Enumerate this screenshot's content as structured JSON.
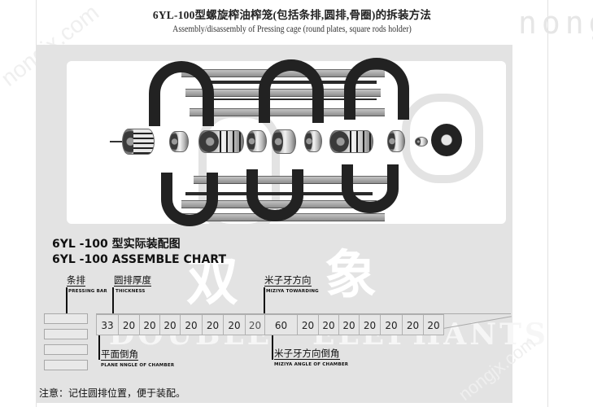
{
  "header": {
    "title_cn": "6YL-100型螺旋榨油榨笼(包括条排,圆排,骨圈)的拆装方法",
    "title_en": "Assembly/disassembly of Pressing cage (round plates, square rods holder)"
  },
  "watermarks": {
    "top_right": "nongjx.com",
    "diagonal": "nongjx.com"
  },
  "logo": {
    "char_left": "双",
    "char_right": "象",
    "word_left": "DOUBLE",
    "word_right": "ELEPHANTS"
  },
  "diagram": {
    "upper_cage": "pressing-cage-upper-half",
    "lower_cage": "pressing-cage-lower-half",
    "parts": [
      "feed-end-shaft",
      "ring-1",
      "worm-set-1",
      "ring-2",
      "cone",
      "ring-3",
      "worm-set-2",
      "ring-4",
      "small-bush",
      "outlet-disk"
    ]
  },
  "assemble_chart": {
    "heading_cn": "6YL -100 型实际装配图",
    "heading_en": "6YL -100 ASSEMBLE CHART",
    "labels": {
      "pressing_bar": {
        "cn": "条排",
        "en": "PRESSING BAR"
      },
      "thickness": {
        "cn": "圆排厚度",
        "en": "THICKNESS"
      },
      "miziya_towarding": {
        "cn": "米子牙方向",
        "en": "MIZIYA TOWARDING"
      },
      "plane_angle": {
        "cn": "平面倒角",
        "en": "PLANE NNGLE OF CHAMBER"
      },
      "miziya_angle": {
        "cn": "米子牙方向倒角",
        "en": "MIZIYA ANGLE OF CHAMBER"
      }
    },
    "pressing_bars": 4,
    "plates": [
      {
        "value": "33"
      },
      {
        "value": "20"
      },
      {
        "value": "20"
      },
      {
        "value": "20"
      },
      {
        "value": "20"
      },
      {
        "value": "20"
      },
      {
        "value": "20"
      },
      {
        "value": "20"
      },
      {
        "value": "60"
      },
      {
        "value": "20"
      },
      {
        "value": "20"
      },
      {
        "value": "20"
      },
      {
        "value": "20"
      },
      {
        "value": "20"
      },
      {
        "value": "20"
      },
      {
        "value": "20"
      }
    ]
  },
  "note": "注意：记住圆排位置，便于装配。"
}
